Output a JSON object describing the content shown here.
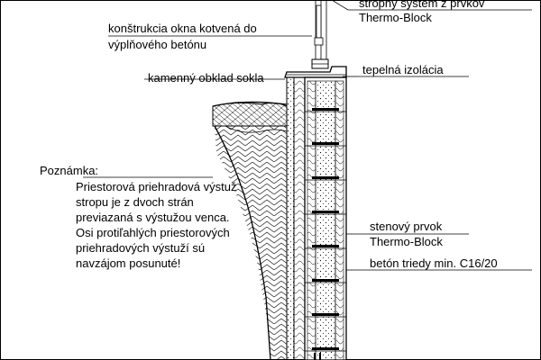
{
  "labels": {
    "stropny_line1": "stropný systém z prvkov",
    "stropny_line2": "Thermo-Block",
    "okno_line1": "konštrukcia okna kotvená do",
    "okno_line2": "výplňového betónu",
    "kamenny": "kamenný obklad sokla",
    "tepelna": "tepelná izolácia",
    "stenovy_line1": "stenový prvok",
    "stenovy_line2": "Thermo-Block",
    "beton": "betón triedy min. C16/20"
  },
  "note": {
    "title": "Poznámka:",
    "lines": [
      "Priestorová priehradová výstuž",
      "stropu je z dvoch strán",
      "previazaná s výstužou venca.",
      "Osi protiľahlých priestorových",
      "priehradových výstuží sú",
      "navzájom posunuté!"
    ]
  }
}
